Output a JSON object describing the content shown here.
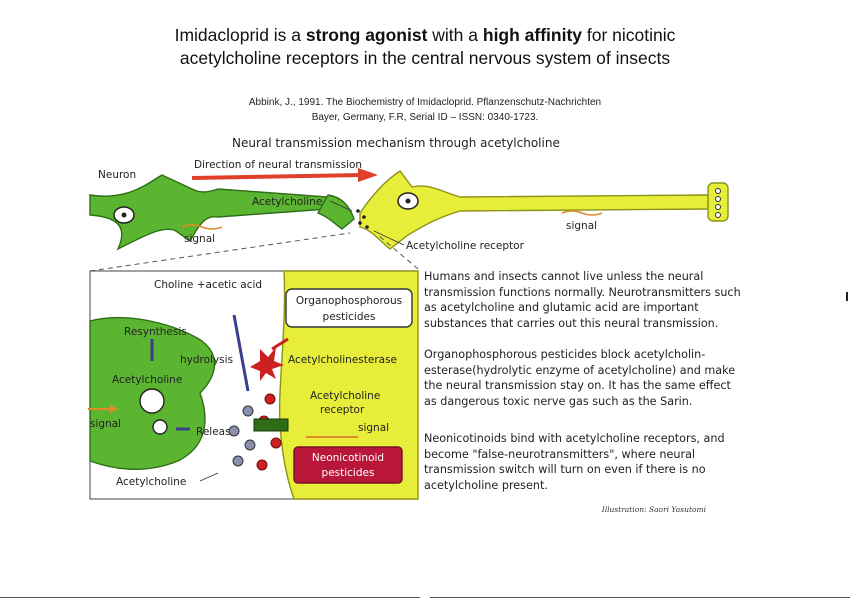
{
  "title": {
    "line1_a": "Imidacloprid is a ",
    "line1_b": "strong agonist",
    "line1_c": " with a ",
    "line1_d": "high affinity",
    "line1_e": " for nicotinic",
    "line2": "acetylcholine receptors in the central nervous system of insects"
  },
  "citation": {
    "line1": "Abbink, J., 1991. The Biochemistry of Imidacloprid. Pflanzenschutz-Nachrichten",
    "line2": "Bayer, Germany, F.R, Serial ID – ISSN: 0340-1723."
  },
  "diagram": {
    "heading": "Neural transmission mechanism through acetylcholine",
    "neuron": "Neuron",
    "direction": "Direction of neural transmission",
    "acetylcholine_top": "Acetylcholine",
    "signal_left": "signal",
    "signal_right": "signal",
    "receptor_top": "Acetylcholine receptor",
    "choline": "Choline +acetic acid",
    "resynthesis": "Resynthesis",
    "hydrolysis": "hydrolysis",
    "acetylcholine_inner": "Acetylcholine",
    "release": "Release",
    "signal_inner_left": "signal",
    "acetylcholine_bottom": "Acetylcholine",
    "op_line1": "Organophosphorous",
    "op_line2": "pesticides",
    "ache": "Acetylcholinesterase",
    "receptor_line1": "Acetylcholine",
    "receptor_line2": "receptor",
    "signal_inner_right": "signal",
    "neo_line1": "Neonicotinoid",
    "neo_line2": "pesticides",
    "para1": "Humans and insects cannot live unless the neural transmission functions normally. Neurotransmitters such as acetylcholine and glutamic acid are important substances that carries out this neural transmission.",
    "para2": "Organophosphorous pesticides block acetylcholin-esterase(hydrolytic enzyme of acetylcholine) and make the neural transmission stay on. It has the same effect as dangerous toxic nerve gas such as the Sarin.",
    "para3": "Neonicotinoids bind with acetylcholine receptors, and become \"false-neurotransmitters\", where neural transmission switch will turn on even if there is no acetylcholine present.",
    "credit": "Illustration: Saori Yasutomi"
  },
  "colors": {
    "green_neuron": "#5cb531",
    "yellow_neuron": "#e6ee3a",
    "red_arrow": "#e0402a",
    "blue_arrow": "#3a3e8c",
    "red_dots": "#cc2020",
    "gray_dots": "#8a8fb0",
    "neo_box": "#b8173a",
    "op_box_border": "#333333"
  }
}
